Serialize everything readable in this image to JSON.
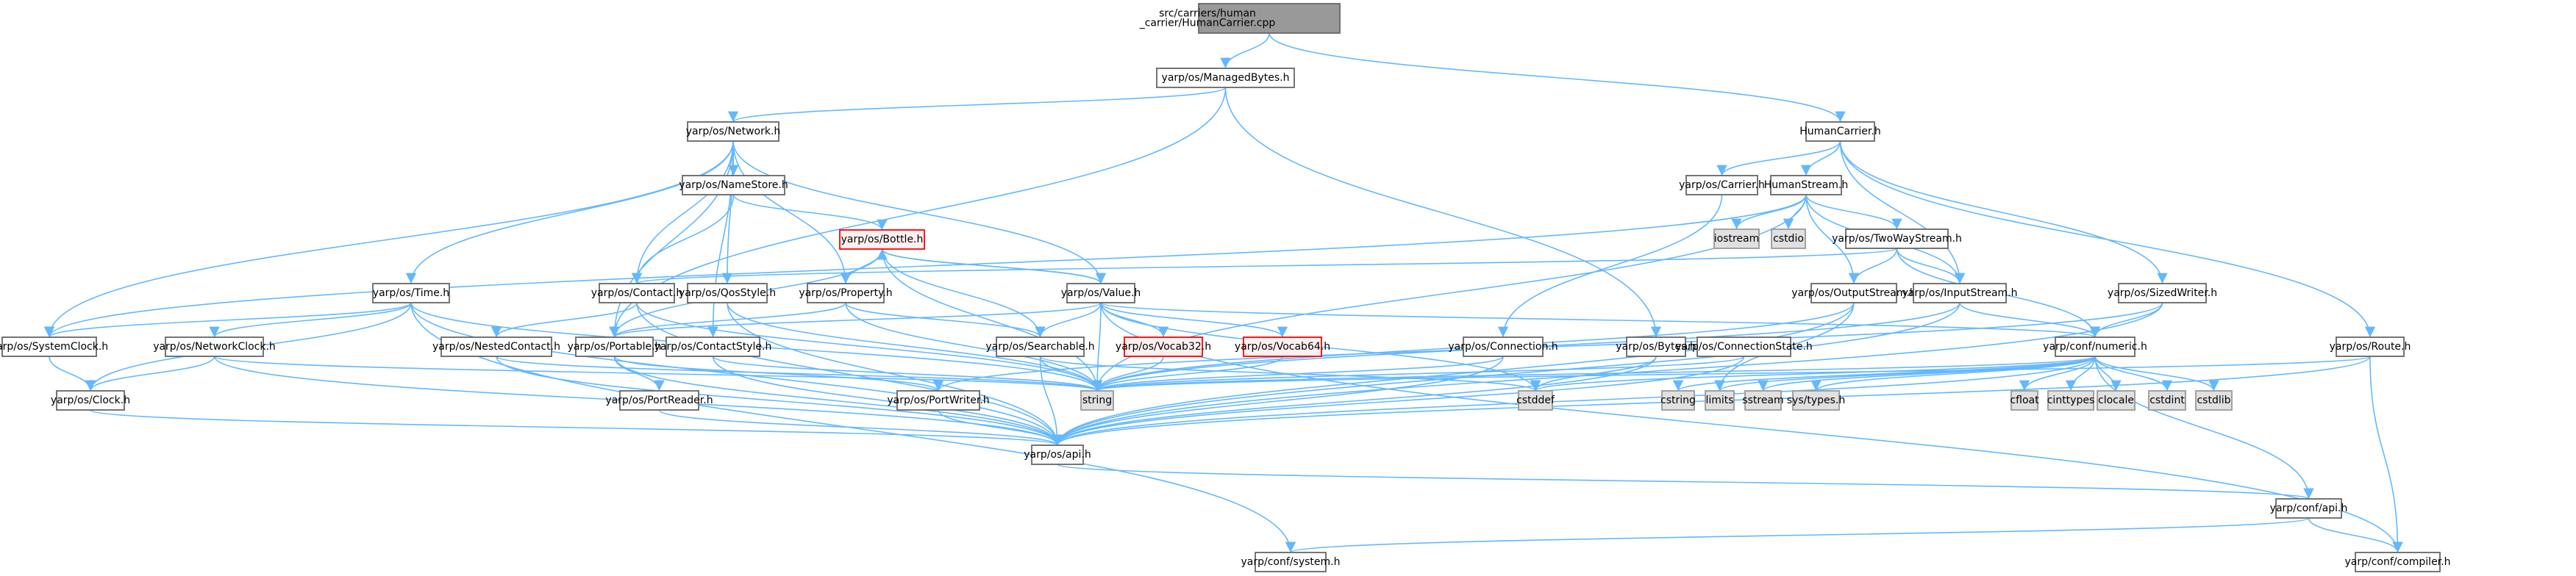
{
  "title": "Include dependency graph for HumanCarrier.cpp",
  "colors": {
    "edge": "#63b8ff",
    "root_fill": "#999999",
    "normal_fill": "#ffffff",
    "system_fill": "#e0e0e0",
    "incomplete_border": "#ff0000",
    "incomplete_fill": "#fff0f0"
  },
  "nodes": [
    {
      "id": "root",
      "label": [
        "src/carriers/human",
        "_carrier/HumanCarrier.cpp"
      ],
      "kind": "root"
    },
    {
      "id": "managedbytes",
      "label": [
        "yarp/os/ManagedBytes.h"
      ],
      "kind": "normal"
    },
    {
      "id": "humancarrier",
      "label": [
        "HumanCarrier.h"
      ],
      "kind": "normal"
    },
    {
      "id": "network",
      "label": [
        "yarp/os/Network.h"
      ],
      "kind": "normal"
    },
    {
      "id": "namestore",
      "label": [
        "yarp/os/NameStore.h"
      ],
      "kind": "normal"
    },
    {
      "id": "carrier",
      "label": [
        "yarp/os/Carrier.h"
      ],
      "kind": "normal"
    },
    {
      "id": "humanstream",
      "label": [
        "HumanStream.h"
      ],
      "kind": "normal"
    },
    {
      "id": "bottle",
      "label": [
        "yarp/os/Bottle.h"
      ],
      "kind": "red"
    },
    {
      "id": "iostream",
      "label": [
        "iostream"
      ],
      "kind": "system"
    },
    {
      "id": "cstdio",
      "label": [
        "cstdio"
      ],
      "kind": "system"
    },
    {
      "id": "twowaystream",
      "label": [
        "yarp/os/TwoWayStream.h"
      ],
      "kind": "normal"
    },
    {
      "id": "time",
      "label": [
        "yarp/os/Time.h"
      ],
      "kind": "normal"
    },
    {
      "id": "contact",
      "label": [
        "yarp/os/Contact.h"
      ],
      "kind": "normal"
    },
    {
      "id": "qosstyle",
      "label": [
        "yarp/os/QosStyle.h"
      ],
      "kind": "normal"
    },
    {
      "id": "property",
      "label": [
        "yarp/os/Property.h"
      ],
      "kind": "normal"
    },
    {
      "id": "value",
      "label": [
        "yarp/os/Value.h"
      ],
      "kind": "normal"
    },
    {
      "id": "outputstream",
      "label": [
        "yarp/os/OutputStream.h"
      ],
      "kind": "normal"
    },
    {
      "id": "inputstream",
      "label": [
        "yarp/os/InputStream.h"
      ],
      "kind": "normal"
    },
    {
      "id": "sizedwriter",
      "label": [
        "yarp/os/SizedWriter.h"
      ],
      "kind": "normal"
    },
    {
      "id": "systemclock",
      "label": [
        "yarp/os/SystemClock.h"
      ],
      "kind": "normal"
    },
    {
      "id": "networkclock",
      "label": [
        "yarp/os/NetworkClock.h"
      ],
      "kind": "normal"
    },
    {
      "id": "nestedcontact",
      "label": [
        "yarp/os/NestedContact.h"
      ],
      "kind": "normal"
    },
    {
      "id": "portable",
      "label": [
        "yarp/os/Portable.h"
      ],
      "kind": "normal"
    },
    {
      "id": "contactstyle",
      "label": [
        "yarp/os/ContactStyle.h"
      ],
      "kind": "normal"
    },
    {
      "id": "searchable",
      "label": [
        "yarp/os/Searchable.h"
      ],
      "kind": "normal"
    },
    {
      "id": "vocab32",
      "label": [
        "yarp/os/Vocab32.h"
      ],
      "kind": "red"
    },
    {
      "id": "vocab64",
      "label": [
        "yarp/os/Vocab64.h"
      ],
      "kind": "red"
    },
    {
      "id": "connection",
      "label": [
        "yarp/os/Connection.h"
      ],
      "kind": "normal"
    },
    {
      "id": "bytes",
      "label": [
        "yarp/os/Bytes.h"
      ],
      "kind": "normal"
    },
    {
      "id": "connectionstate",
      "label": [
        "yarp/os/ConnectionState.h"
      ],
      "kind": "normal"
    },
    {
      "id": "numeric",
      "label": [
        "yarp/conf/numeric.h"
      ],
      "kind": "normal"
    },
    {
      "id": "route",
      "label": [
        "yarp/os/Route.h"
      ],
      "kind": "normal"
    },
    {
      "id": "clock",
      "label": [
        "yarp/os/Clock.h"
      ],
      "kind": "normal"
    },
    {
      "id": "portreader",
      "label": [
        "yarp/os/PortReader.h"
      ],
      "kind": "normal"
    },
    {
      "id": "portwriter",
      "label": [
        "yarp/os/PortWriter.h"
      ],
      "kind": "normal"
    },
    {
      "id": "string",
      "label": [
        "string"
      ],
      "kind": "system"
    },
    {
      "id": "cstddef",
      "label": [
        "cstddef"
      ],
      "kind": "system"
    },
    {
      "id": "cstring",
      "label": [
        "cstring"
      ],
      "kind": "system"
    },
    {
      "id": "limits",
      "label": [
        "limits"
      ],
      "kind": "system"
    },
    {
      "id": "sstream",
      "label": [
        "sstream"
      ],
      "kind": "system"
    },
    {
      "id": "systypes",
      "label": [
        "sys/types.h"
      ],
      "kind": "system"
    },
    {
      "id": "cfloat",
      "label": [
        "cfloat"
      ],
      "kind": "system"
    },
    {
      "id": "cinttypes",
      "label": [
        "cinttypes"
      ],
      "kind": "system"
    },
    {
      "id": "clocale",
      "label": [
        "clocale"
      ],
      "kind": "system"
    },
    {
      "id": "cstdint",
      "label": [
        "cstdint"
      ],
      "kind": "system"
    },
    {
      "id": "cstdlib",
      "label": [
        "cstdlib"
      ],
      "kind": "system"
    },
    {
      "id": "osapi",
      "label": [
        "yarp/os/api.h"
      ],
      "kind": "normal"
    },
    {
      "id": "confapi",
      "label": [
        "yarp/conf/api.h"
      ],
      "kind": "normal"
    },
    {
      "id": "system",
      "label": [
        "yarp/conf/system.h"
      ],
      "kind": "normal"
    },
    {
      "id": "compiler",
      "label": [
        "yarp/conf/compiler.h"
      ],
      "kind": "normal"
    }
  ],
  "edges": [
    [
      "root",
      "managedbytes"
    ],
    [
      "root",
      "humancarrier"
    ],
    [
      "managedbytes",
      "network"
    ],
    [
      "managedbytes",
      "portable"
    ],
    [
      "managedbytes",
      "bytes"
    ],
    [
      "humancarrier",
      "carrier"
    ],
    [
      "humancarrier",
      "humanstream"
    ],
    [
      "humancarrier",
      "sizedwriter"
    ],
    [
      "humancarrier",
      "route"
    ],
    [
      "humancarrier",
      "inputstream"
    ],
    [
      "network",
      "namestore"
    ],
    [
      "network",
      "time"
    ],
    [
      "network",
      "contact"
    ],
    [
      "network",
      "qosstyle"
    ],
    [
      "network",
      "property"
    ],
    [
      "network",
      "value"
    ],
    [
      "network",
      "portable"
    ],
    [
      "network",
      "contactstyle"
    ],
    [
      "network",
      "systemclock"
    ],
    [
      "namestore",
      "contact"
    ],
    [
      "namestore",
      "bottle"
    ],
    [
      "carrier",
      "connection"
    ],
    [
      "humanstream",
      "iostream"
    ],
    [
      "humanstream",
      "cstdio"
    ],
    [
      "humanstream",
      "twowaystream"
    ],
    [
      "humanstream",
      "outputstream"
    ],
    [
      "humanstream",
      "inputstream"
    ],
    [
      "humanstream",
      "string"
    ],
    [
      "humanstream",
      "systemclock"
    ],
    [
      "twowaystream",
      "outputstream"
    ],
    [
      "twowaystream",
      "inputstream"
    ],
    [
      "twowaystream",
      "contact"
    ],
    [
      "twowaystream",
      "numeric"
    ],
    [
      "bottle",
      "property"
    ],
    [
      "bottle",
      "value"
    ],
    [
      "bottle",
      "searchable"
    ],
    [
      "bottle",
      "portable"
    ],
    [
      "bottle",
      "string"
    ],
    [
      "property",
      "bottle"
    ],
    [
      "property",
      "searchable"
    ],
    [
      "property",
      "string"
    ],
    [
      "property",
      "portable"
    ],
    [
      "value",
      "bottle"
    ],
    [
      "value",
      "searchable"
    ],
    [
      "value",
      "vocab32"
    ],
    [
      "value",
      "vocab64"
    ],
    [
      "value",
      "string"
    ],
    [
      "value",
      "portable"
    ],
    [
      "value",
      "numeric"
    ],
    [
      "value",
      "cstddef"
    ],
    [
      "value",
      "compiler"
    ],
    [
      "time",
      "systemclock"
    ],
    [
      "time",
      "networkclock"
    ],
    [
      "time",
      "clock"
    ],
    [
      "time",
      "string"
    ],
    [
      "time",
      "osapi"
    ],
    [
      "time",
      "system"
    ],
    [
      "contact",
      "nestedcontact"
    ],
    [
      "contact",
      "string"
    ],
    [
      "contact",
      "osapi"
    ],
    [
      "qosstyle",
      "string"
    ],
    [
      "qosstyle",
      "osapi"
    ],
    [
      "systemclock",
      "clock"
    ],
    [
      "networkclock",
      "clock"
    ],
    [
      "networkclock",
      "string"
    ],
    [
      "networkclock",
      "osapi"
    ],
    [
      "nestedcontact",
      "string"
    ],
    [
      "nestedcontact",
      "osapi"
    ],
    [
      "portable",
      "portreader"
    ],
    [
      "portable",
      "portwriter"
    ],
    [
      "portable",
      "osapi"
    ],
    [
      "contactstyle",
      "string"
    ],
    [
      "contactstyle",
      "osapi"
    ],
    [
      "searchable",
      "string"
    ],
    [
      "searchable",
      "osapi"
    ],
    [
      "searchable",
      "cstddef"
    ],
    [
      "vocab32",
      "string"
    ],
    [
      "vocab64",
      "string"
    ],
    [
      "connection",
      "string"
    ],
    [
      "connection",
      "osapi"
    ],
    [
      "bytes",
      "cstddef"
    ],
    [
      "bytes",
      "osapi"
    ],
    [
      "connectionstate",
      "string"
    ],
    [
      "connectionstate",
      "osapi"
    ],
    [
      "outputstream",
      "string"
    ],
    [
      "outputstream",
      "osapi"
    ],
    [
      "outputstream",
      "limits"
    ],
    [
      "inputstream",
      "numeric"
    ],
    [
      "inputstream",
      "string"
    ],
    [
      "inputstream",
      "osapi"
    ],
    [
      "sizedwriter",
      "numeric"
    ],
    [
      "sizedwriter",
      "osapi"
    ],
    [
      "sizedwriter",
      "portwriter"
    ],
    [
      "numeric",
      "cstring"
    ],
    [
      "numeric",
      "limits"
    ],
    [
      "numeric",
      "sstream"
    ],
    [
      "numeric",
      "systypes"
    ],
    [
      "numeric",
      "cfloat"
    ],
    [
      "numeric",
      "cinttypes"
    ],
    [
      "numeric",
      "clocale"
    ],
    [
      "numeric",
      "cstdint"
    ],
    [
      "numeric",
      "cstdlib"
    ],
    [
      "numeric",
      "string"
    ],
    [
      "numeric",
      "cstddef"
    ],
    [
      "numeric",
      "confapi"
    ],
    [
      "numeric",
      "osapi"
    ],
    [
      "route",
      "string"
    ],
    [
      "route",
      "osapi"
    ],
    [
      "route",
      "compiler"
    ],
    [
      "clock",
      "osapi"
    ],
    [
      "portreader",
      "osapi"
    ],
    [
      "portwriter",
      "osapi"
    ],
    [
      "osapi",
      "confapi"
    ],
    [
      "confapi",
      "system"
    ],
    [
      "confapi",
      "compiler"
    ]
  ]
}
